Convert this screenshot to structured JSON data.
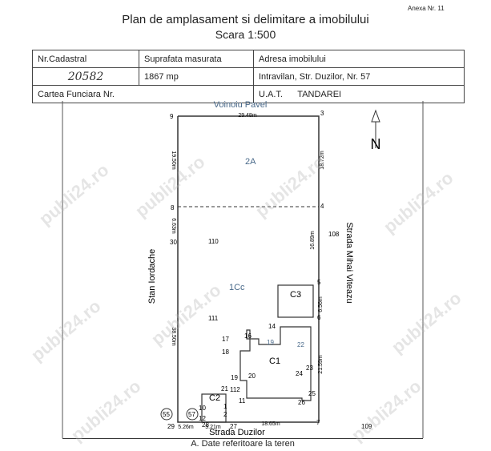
{
  "annex": "Anexa Nr. 11",
  "title": "Plan de amplasament si delimitare a imobilului",
  "scale": "Scara 1:500",
  "info": {
    "nr_cadastral_label": "Nr.Cadastral",
    "suprafata_label": "Suprafata masurata",
    "adresa_label": "Adresa imobilului",
    "nr_cadastral_value": "20582",
    "suprafata_value": "1867 mp",
    "adresa_value": "Intravilan, Str. Duzilor, Nr. 57",
    "carte_funciara_label": "Cartea Funciara Nr.",
    "uat_label": "U.A.T.",
    "uat_value": "TANDAREI"
  },
  "plan": {
    "north_label": "N",
    "neighbor_top": "Voinoiu Pavel",
    "neighbor_left": "Stan Iordache",
    "street_right": "Strada Mihai Viteazu",
    "street_bottom": "Strada Duzilor",
    "parcels": {
      "p2a": "2A",
      "p1cc": "1Cc",
      "c1": "C1",
      "c2": "C2",
      "c3": "C3"
    },
    "dims": {
      "top": "29.48m",
      "left_top": "19.50m",
      "left_mid": "6.63m",
      "left_bottom": "38.50m",
      "right_top": "18.72m",
      "right_mid": "16.89m",
      "right_c3": "6.56m",
      "right_bottom": "21.59m",
      "bottom_right": "18.65m",
      "bottom_left": "5.26m",
      "bottom_mid": "5.21m"
    },
    "points": [
      "9",
      "3",
      "8",
      "4",
      "30",
      "110",
      "108",
      "5",
      "111",
      "6",
      "14",
      "17",
      "16",
      "19",
      "22",
      "18",
      "20",
      "24",
      "23",
      "19",
      "112",
      "21",
      "25",
      "11",
      "26",
      "28",
      "29",
      "27",
      "7",
      "109",
      "55",
      "57",
      "2",
      "1",
      "10",
      "12"
    ],
    "circled": [
      "55",
      "57"
    ],
    "watermark": "publi24.ro"
  },
  "footer": "A. Date referitoare la teren"
}
